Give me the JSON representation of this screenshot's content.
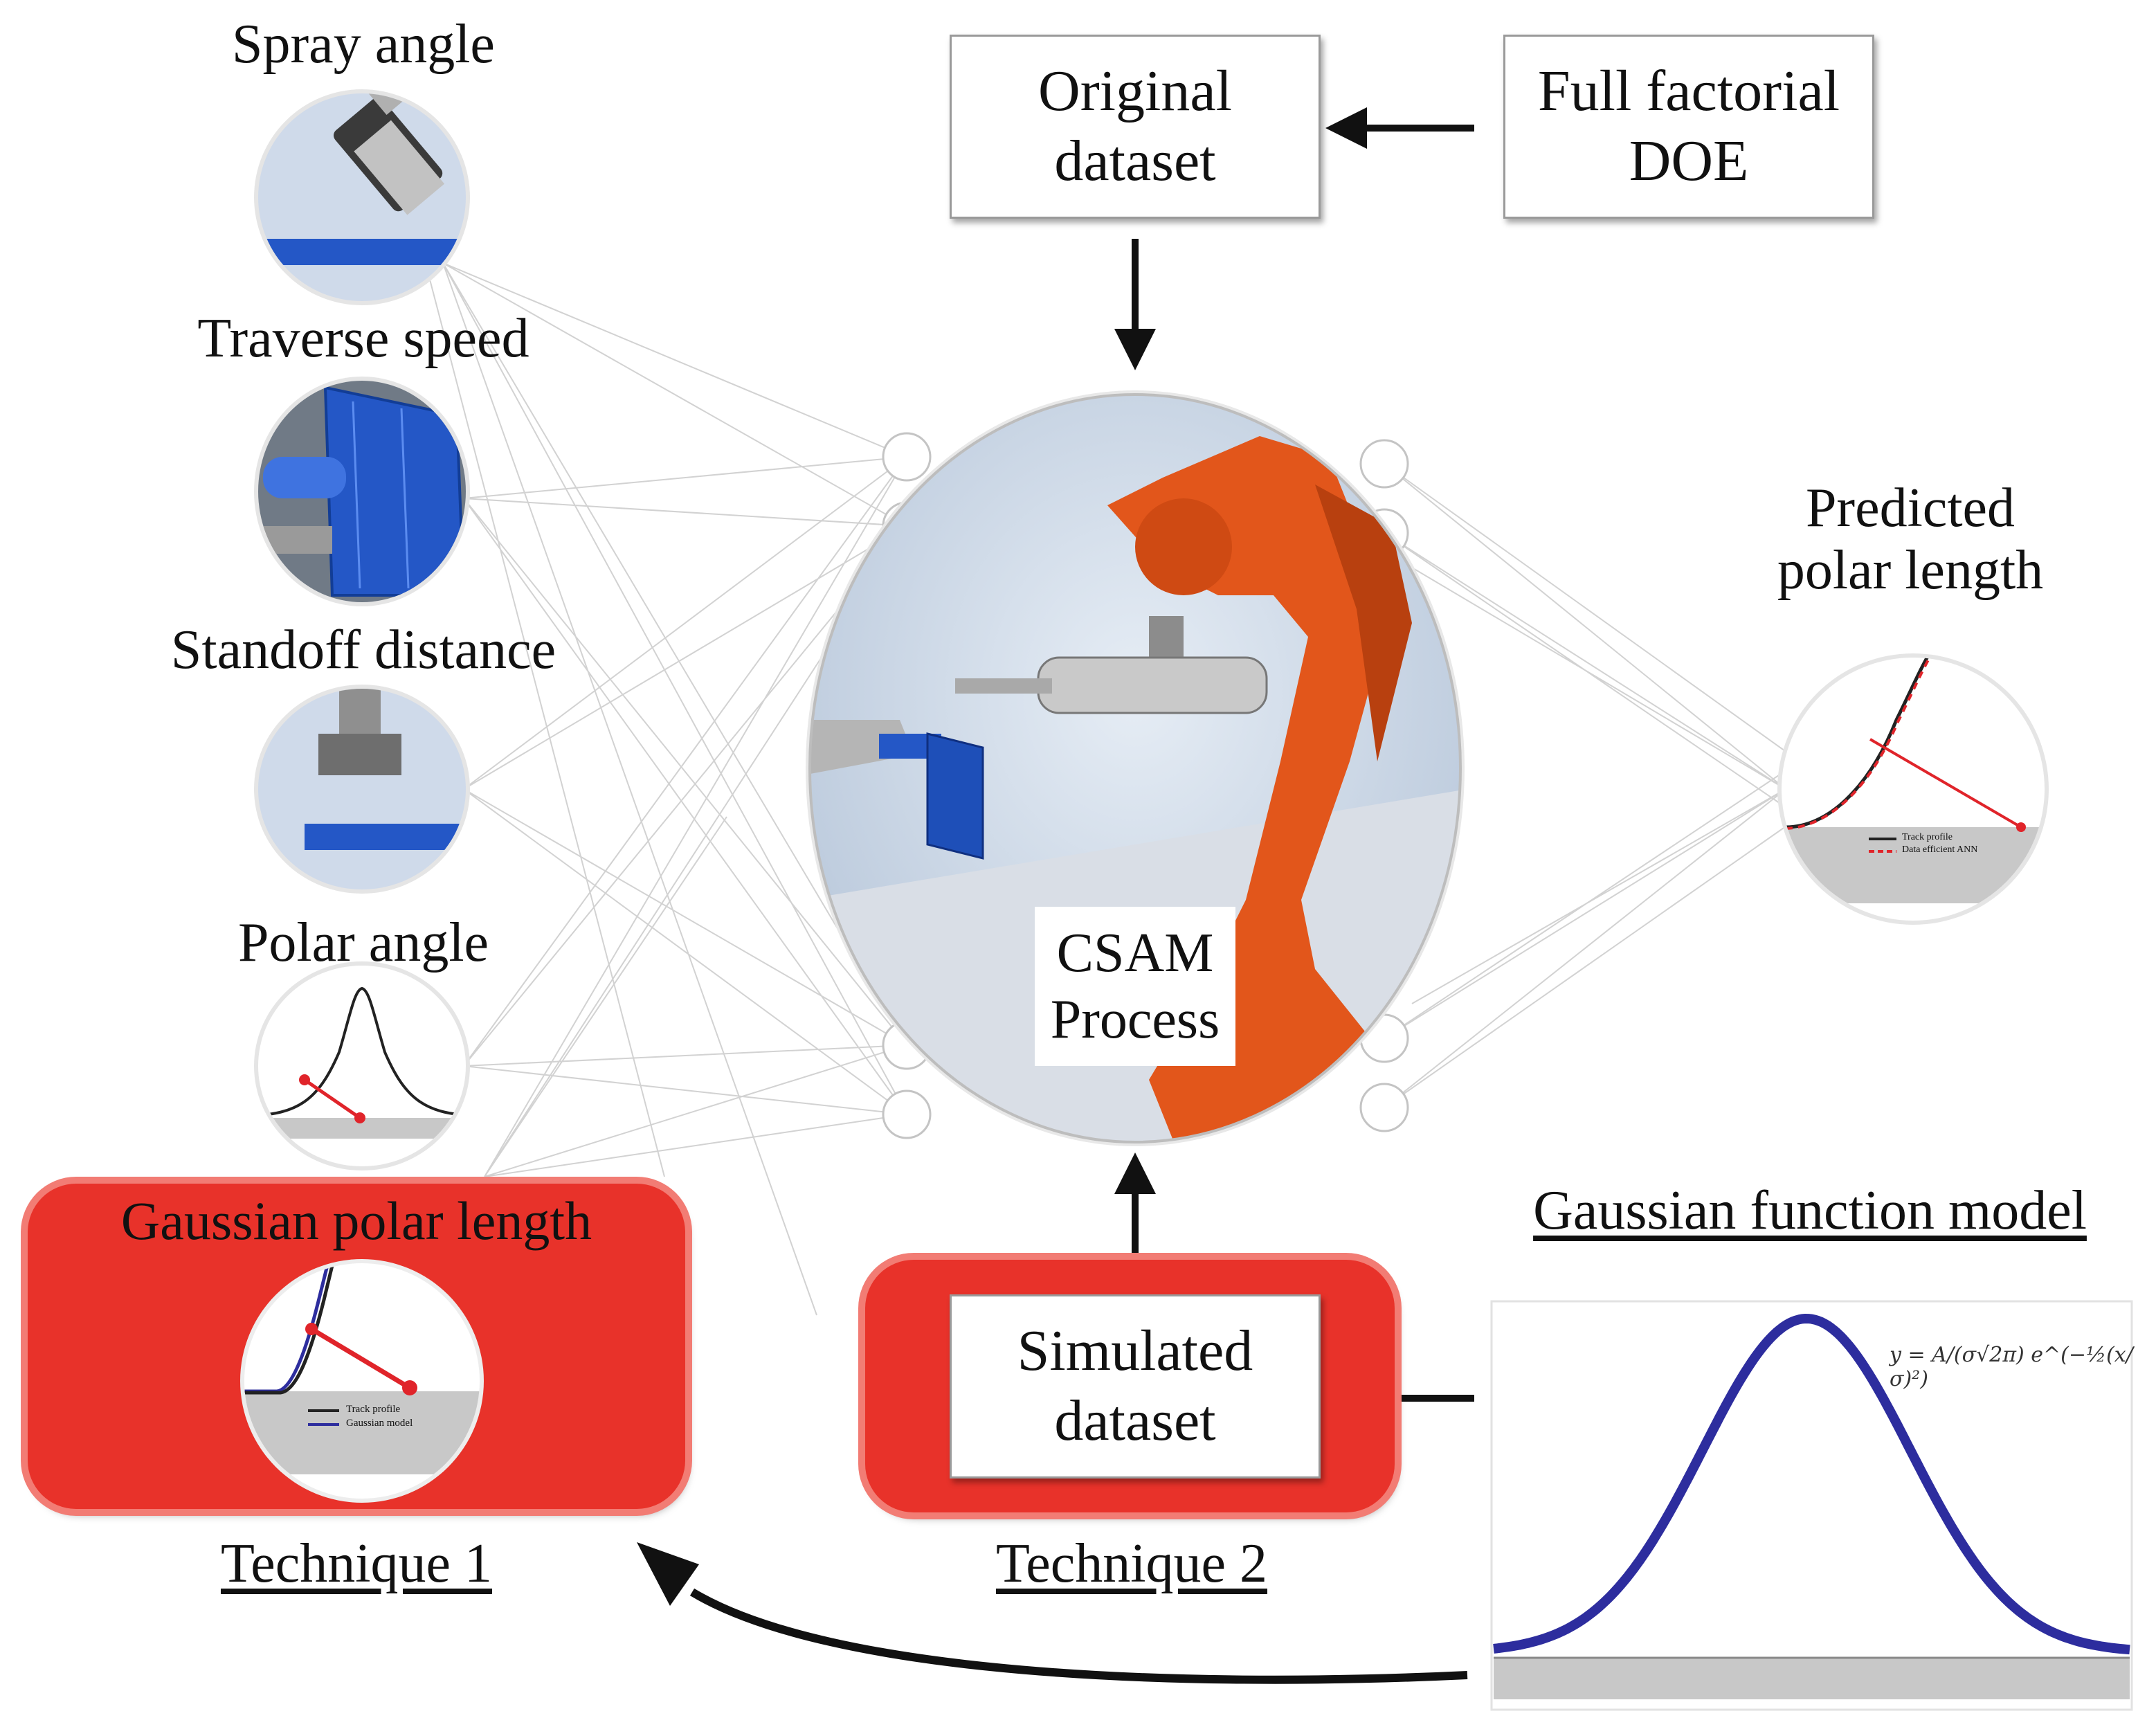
{
  "inputs": {
    "spray_angle": "Spray angle",
    "traverse_speed": "Traverse speed",
    "standoff_distance": "Standoff distance",
    "polar_angle": "Polar angle"
  },
  "boxes": {
    "original_dataset": "Original\ndataset",
    "full_factorial": "Full factorial\nDOE",
    "simulated_dataset": "Simulated\ndataset"
  },
  "center": {
    "process_label": "CSAM\nProcess"
  },
  "output": {
    "predicted": "Predicted\npolar length"
  },
  "technique1": {
    "title": "Gaussian polar length",
    "caption": "Technique 1",
    "legend": [
      "Track profile",
      "Gaussian model"
    ]
  },
  "technique2": {
    "caption": "Technique 2"
  },
  "gaussian_model": {
    "title": "Gaussian function model",
    "equation": "y = A/(σ√2π) e^(−½(x/σ)²)"
  },
  "predicted_legend": [
    "Track profile",
    "Data efficient ANN"
  ],
  "colors": {
    "red_panel": "#e8322a",
    "gaussian_curve": "#2d2d9e",
    "robot_orange": "#e2561b",
    "thumb_bg": "#cfdaea"
  }
}
